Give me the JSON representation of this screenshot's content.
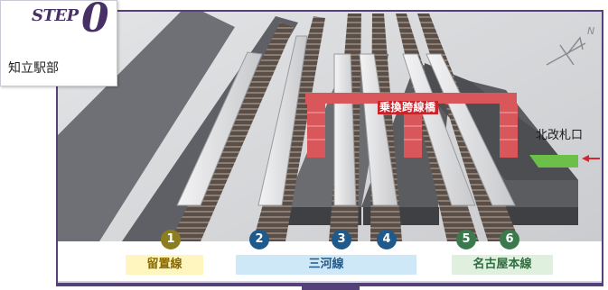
{
  "step": {
    "word": "STEP",
    "number": "0",
    "station": "知立駅部"
  },
  "labels": {
    "overpass": "乗換跨線橋",
    "north_gate": "北改札口"
  },
  "tracks": [
    {
      "number": "1",
      "color": "#8c7d1f"
    },
    {
      "number": "2",
      "color": "#1f5a8c"
    },
    {
      "number": "3",
      "color": "#1f5a8c"
    },
    {
      "number": "4",
      "color": "#1f5a8c"
    },
    {
      "number": "5",
      "color": "#3b7a4d"
    },
    {
      "number": "6",
      "color": "#3b7a4d"
    }
  ],
  "line_groups": [
    {
      "name": "留置線",
      "bg": "#fff6bf",
      "fg": "#8a6a00"
    },
    {
      "name": "三河線",
      "bg": "#cfe8f7",
      "fg": "#1f5a8c"
    },
    {
      "name": "名古屋本線",
      "bg": "#dff0de",
      "fg": "#2f6e3f"
    }
  ],
  "colors": {
    "frame": "#54417a",
    "overpass": "#d9565b",
    "gate_floor": "#6cc04a",
    "arrow": "#d8262e"
  }
}
